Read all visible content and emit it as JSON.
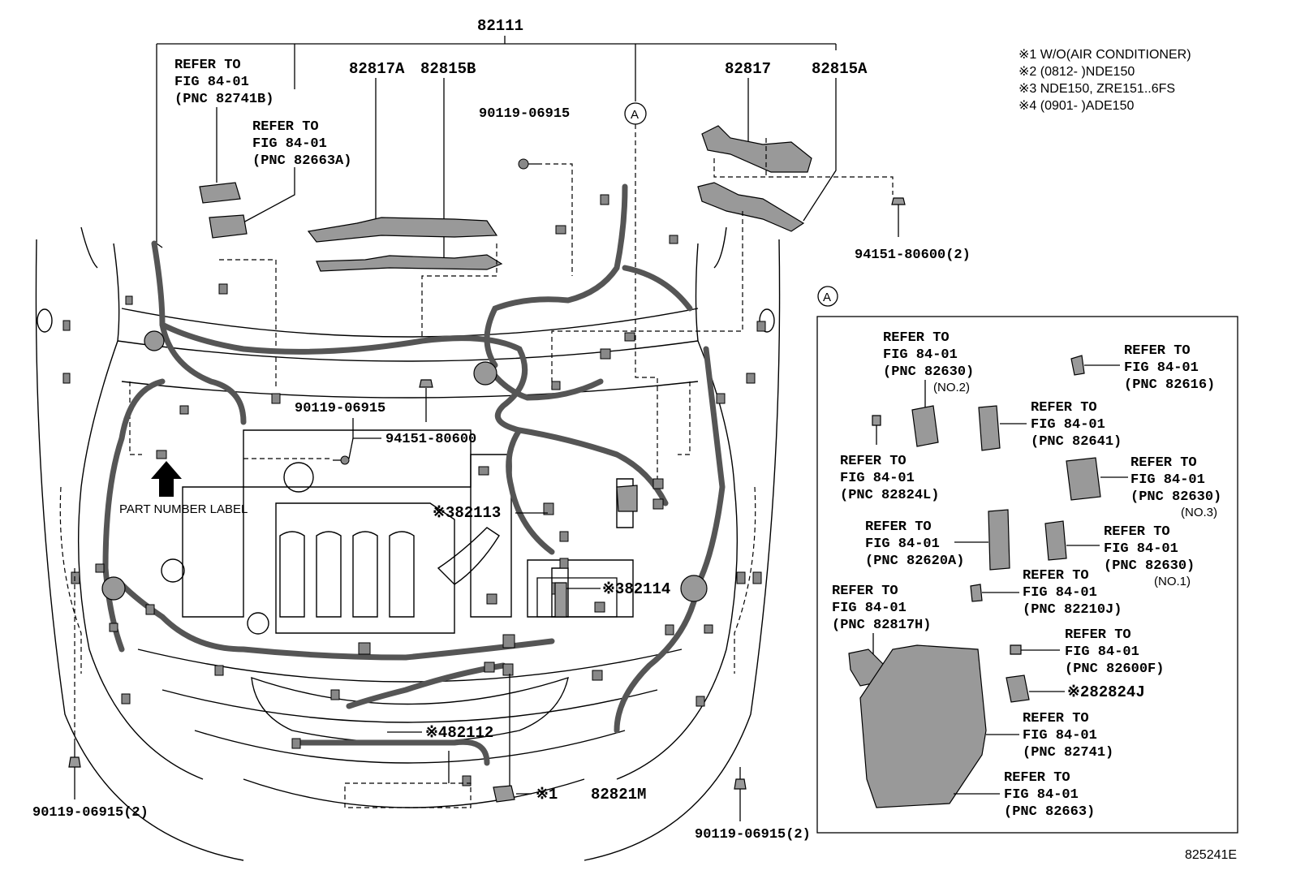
{
  "diagram_code": "825241E",
  "notes": [
    "※1 W/O(AIR CONDITIONER)",
    "※2 (0812-        )NDE150",
    "※3 NDE150, ZRE151..6FS",
    "※4 (0901-        )ADE150"
  ],
  "top_part": "82111",
  "callout_marker": "A",
  "part_number_label": "PART NUMBER LABEL",
  "labels": {
    "p82817A": "82817A",
    "p82815B": "82815B",
    "p82817": "82817",
    "p82815A": "82815A",
    "bolt_top": "90119-06915",
    "clip_right": "94151-80600(2)",
    "bolt_mid": "90119-06915",
    "clip_mid": "94151-80600",
    "p82113": "※382113",
    "p82114": "※382114",
    "p82112": "※482112",
    "p82821M_mark": "※1",
    "p82821M": "82821M",
    "bolt_left": "90119-06915(2)",
    "bolt_right": "90119-06915(2)"
  },
  "refer_left": [
    {
      "l1": "REFER TO",
      "l2": "FIG 84-01",
      "l3": "(PNC 82741B)"
    },
    {
      "l1": "REFER TO",
      "l2": "FIG 84-01",
      "l3": "(PNC 82663A)"
    }
  ],
  "inset": {
    "refs": [
      {
        "l1": "REFER TO",
        "l2": "FIG 84-01",
        "l3": "(PNC 82630)",
        "l4": "(NO.2)"
      },
      {
        "l1": "REFER TO",
        "l2": "FIG 84-01",
        "l3": "(PNC 82616)"
      },
      {
        "l1": "REFER TO",
        "l2": "FIG 84-01",
        "l3": "(PNC 82641)"
      },
      {
        "l1": "REFER TO",
        "l2": "FIG 84-01",
        "l3": "(PNC 82824L)"
      },
      {
        "l1": "REFER TO",
        "l2": "FIG 84-01",
        "l3": "(PNC 82630)",
        "l4": "(NO.3)"
      },
      {
        "l1": "REFER TO",
        "l2": "FIG 84-01",
        "l3": "(PNC 82620A)"
      },
      {
        "l1": "REFER TO",
        "l2": "FIG 84-01",
        "l3": "(PNC 82630)",
        "l4": "(NO.1)"
      },
      {
        "l1": "REFER TO",
        "l2": "FIG 84-01",
        "l3": "(PNC 82210J)"
      },
      {
        "l1": "REFER TO",
        "l2": "FIG 84-01",
        "l3": "(PNC 82817H)"
      },
      {
        "l1": "REFER TO",
        "l2": "FIG 84-01",
        "l3": "(PNC 82600F)"
      },
      {
        "l1": "REFER TO",
        "l2": "FIG 84-01",
        "l3": "(PNC 82741)"
      },
      {
        "l1": "REFER TO",
        "l2": "FIG 84-01",
        "l3": "(PNC 82663)"
      }
    ],
    "p82824J": "※282824J"
  }
}
